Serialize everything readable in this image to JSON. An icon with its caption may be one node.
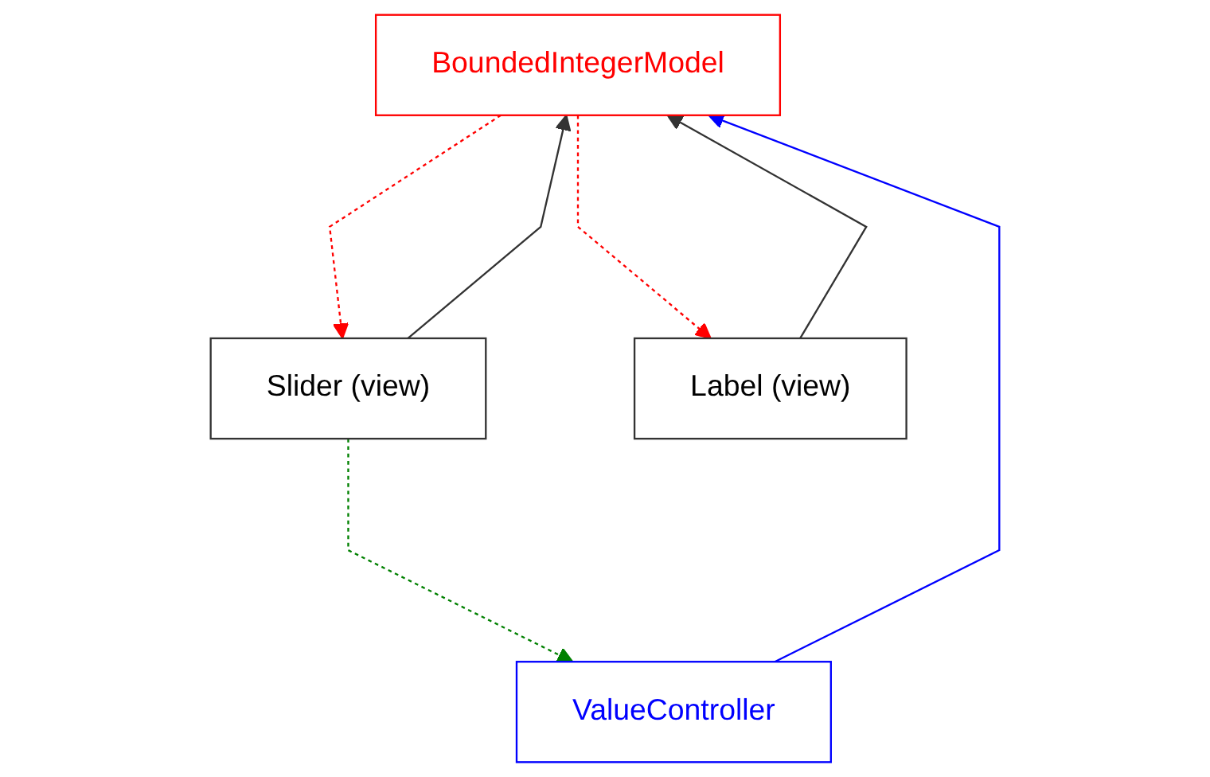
{
  "diagram": {
    "nodes": [
      {
        "text": [
          "BoundedIntegerModel"
        ]
      },
      {
        "text": [
          "ValueController"
        ]
      },
      {
        "text": [
          "Slider (view)"
        ]
      },
      {
        "text": [
          "Label (view)"
        ]
      }
    ],
    "edges": [
      {
        "from": 1,
        "to": 0,
        "arrow": "to",
        "color": "#0000ff"
      },
      {
        "from": 2,
        "to": 0,
        "arrow": "to"
      },
      {
        "from": 0,
        "to": 2,
        "arrow": "to",
        "style": "dashed",
        "color": "#ff0000"
      },
      {
        "from": 0,
        "to": 3,
        "arrow": "to",
        "style": "dashed",
        "color": "#ff0000"
      },
      {
        "from": 3,
        "to": 0,
        "arrow": "to"
      },
      {
        "from": 2,
        "to": 1,
        "arrow": "to",
        "style": "dashed",
        "color": "#008000"
      }
    ]
  }
}
